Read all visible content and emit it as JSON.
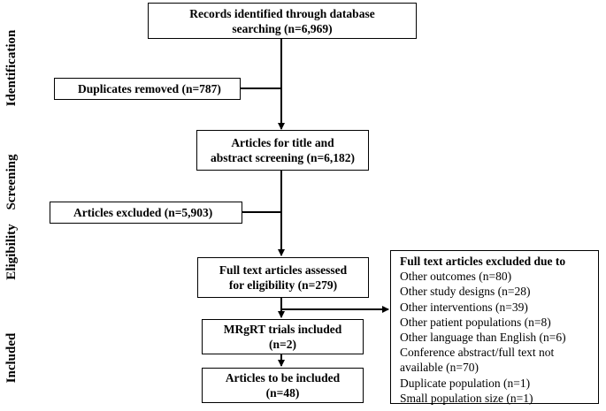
{
  "stages": {
    "identification": "Identification",
    "screening": "Screening",
    "eligibility": "Eligibility",
    "included": "Included"
  },
  "boxes": {
    "records_identified": {
      "line1": "Records identified through database",
      "line2": "searching (n=6,969)"
    },
    "duplicates_removed": "Duplicates removed (n=787)",
    "title_abstract_screening": {
      "line1": "Articles for title and",
      "line2": "abstract screening (n=6,182)"
    },
    "articles_excluded": "Articles excluded (n=5,903)",
    "full_text_assessed": {
      "line1": "Full text articles assessed",
      "line2": "for eligibility (n=279)"
    },
    "mrgrt_trials": {
      "line1": "MRgRT trials included",
      "line2": "(n=2)"
    },
    "articles_included": {
      "line1": "Articles to be included",
      "line2": "(n=48)"
    }
  },
  "full_text_exclusions": {
    "heading": "Full text articles excluded due to",
    "reasons": [
      "Other outcomes (n=80)",
      "Other study designs (n=28)",
      "Other interventions (n=39)",
      "Other patient populations (n=8)",
      "Other language than English (n=6)",
      "Conference abstract/full text not",
      "available (n=70)",
      "Duplicate population (n=1)",
      "Small population size (n=1)"
    ]
  }
}
